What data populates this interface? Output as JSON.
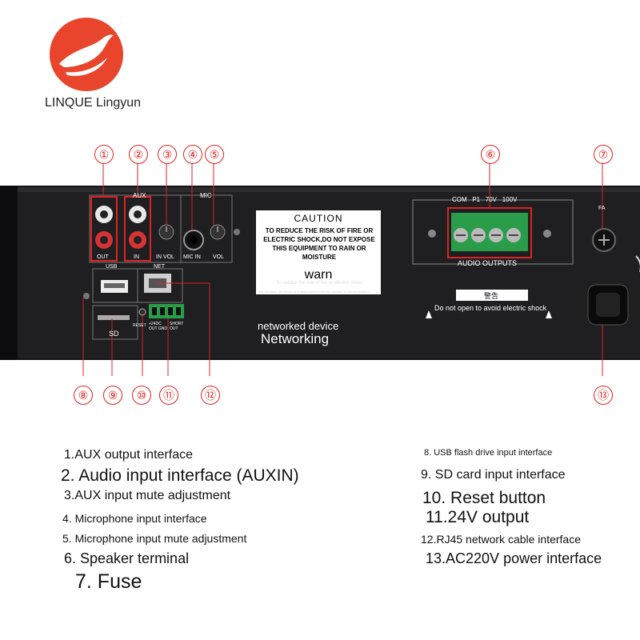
{
  "brand": {
    "name": "LINQUE Lingyun",
    "colors": {
      "logo_red": "#e8452c",
      "callout_red": "#dd2222",
      "panel": "#1c1c1e",
      "terminal_green": "#2a9d4a"
    }
  },
  "callouts": [
    "①",
    "②",
    "③",
    "④",
    "⑤",
    "⑥",
    "⑦",
    "⑧",
    "⑨",
    "⑩",
    "⑪",
    "⑫",
    "⑬"
  ],
  "panel": {
    "section_labels": {
      "aux": "AUX",
      "mic": "MIC",
      "usb": "USB",
      "net": "NET",
      "sd": "SD",
      "fa": "FA",
      "out": "OUT",
      "in": "IN",
      "in_vol": "IN VOL",
      "mic_in": "MIC IN",
      "vol": "VOL",
      "reset": "RESET",
      "dc_out": "+24DC OUT GND",
      "short_out": "SHORT OUT",
      "terminals": "COM   P1   70V   100V",
      "audio_outputs": "AUDIO OUTPUTS"
    },
    "caution": {
      "title": "CAUTION",
      "body": "TO REDUCE THE RISK OF FIRE OR ELECTRIC SHOCK,DO NOT EXPOSE THIS EQUIPMENT TO RAIN OR MOISTURE",
      "warn": "warn",
      "line1": "To reduce the risk of fire or electric shock",
      "line2": "Do not place the device in a place where it can be exposed to rain or moisture"
    },
    "warning_cn": "警告",
    "warning_en": "Do not open to avoid electric shock",
    "device_line1": "networked device",
    "device_line2": "Networking"
  },
  "legend": {
    "l1": "1.AUX output interface",
    "l2": "2. Audio input interface (AUXIN)",
    "l3": "3.AUX input mute adjustment",
    "l4": "4. Microphone input interface",
    "l5": "5. Microphone input mute adjustment",
    "l6": "6. Speaker terminal",
    "l7": "7. Fuse",
    "r8": "8. USB flash drive input interface",
    "r9": "9. SD card input interface",
    "r10": "10. Reset button",
    "r11": "11.24V output",
    "r12": "12.RJ45 network cable interface",
    "r13": "13.AC220V power interface"
  }
}
